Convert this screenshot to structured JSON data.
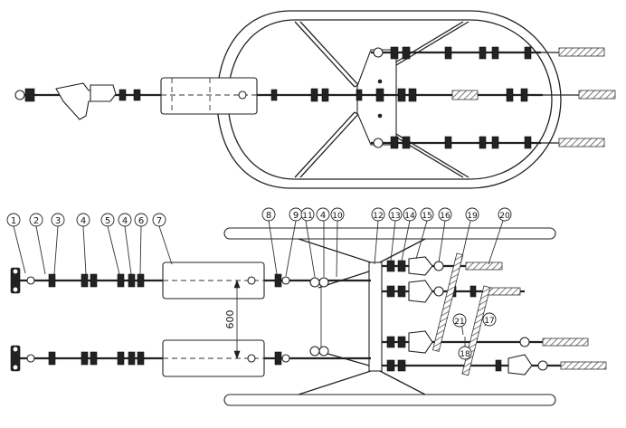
{
  "callouts": [
    "1",
    "2",
    "3",
    "4",
    "5",
    "4",
    "6",
    "7",
    "8",
    "9",
    "11",
    "4",
    "10",
    "12",
    "13",
    "14",
    "15",
    "16",
    "19",
    "20",
    "21",
    "17",
    "18"
  ],
  "dimension_label": "600"
}
